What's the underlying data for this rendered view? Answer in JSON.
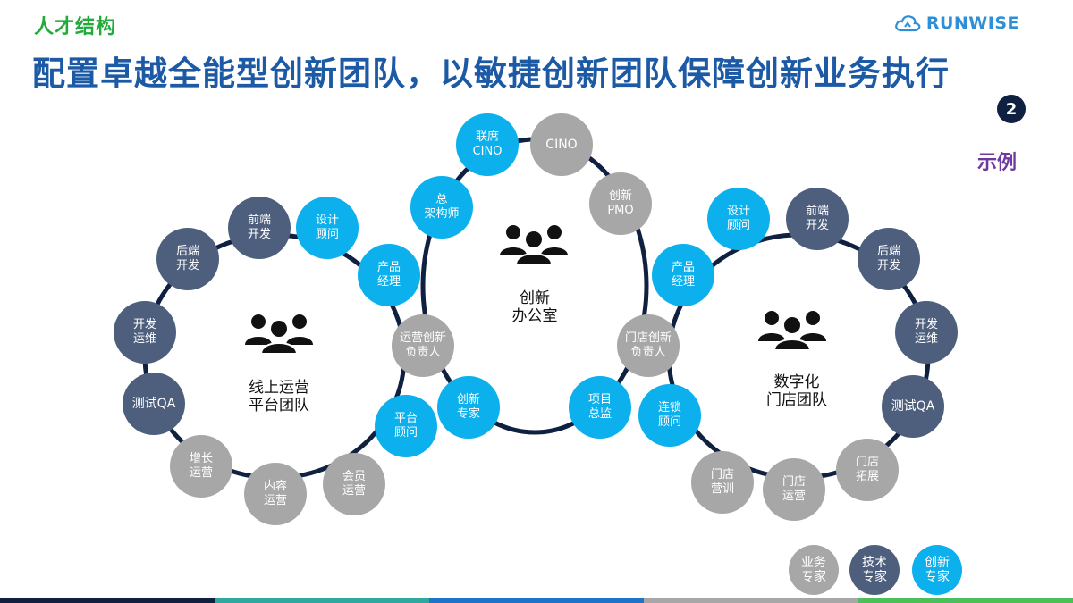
{
  "header": {
    "section": "人才结构",
    "title": "配置卓越全能型创新团队，以敏捷创新团队保障创新业务执行",
    "badge": "2",
    "example": "示例",
    "logo": "RUNWISE"
  },
  "colors": {
    "business": "#a7a7a7",
    "tech": "#4e5f7e",
    "innovation": "#0bb0ec",
    "ring": "#0f2040"
  },
  "teams": {
    "online": {
      "label": "线上运营\n平台团队",
      "icon": "group-icon"
    },
    "office": {
      "label": "创新\n办公室",
      "icon": "group-icon"
    },
    "store": {
      "label": "数字化\n门店团队",
      "icon": "group-icon"
    }
  },
  "nodes": [
    {
      "id": "online-dev-frontend",
      "label": "前端\n开发",
      "kind": "tech"
    },
    {
      "id": "online-design",
      "label": "设计\n顾问",
      "kind": "innovation"
    },
    {
      "id": "online-product",
      "label": "产品\n经理",
      "kind": "innovation"
    },
    {
      "id": "online-backend",
      "label": "后端\n开发",
      "kind": "tech"
    },
    {
      "id": "online-devops",
      "label": "开发\n运维",
      "kind": "tech"
    },
    {
      "id": "online-qa",
      "label": "测试QA",
      "kind": "tech"
    },
    {
      "id": "online-growth",
      "label": "增长\n运营",
      "kind": "business"
    },
    {
      "id": "online-content",
      "label": "内容\n运营",
      "kind": "business"
    },
    {
      "id": "online-member",
      "label": "会员\n运营",
      "kind": "business"
    },
    {
      "id": "online-platform",
      "label": "平台\n顾问",
      "kind": "innovation"
    },
    {
      "id": "online-lead",
      "label": "运营创新\n负责人",
      "kind": "business"
    },
    {
      "id": "office-cino-assoc",
      "label": "联席\nCINO",
      "kind": "innovation"
    },
    {
      "id": "office-cino",
      "label": "CINO",
      "kind": "business"
    },
    {
      "id": "office-pmo",
      "label": "创新\nPMO",
      "kind": "business"
    },
    {
      "id": "office-architect",
      "label": "总\n架构师",
      "kind": "innovation"
    },
    {
      "id": "office-expert",
      "label": "创新\n专家",
      "kind": "innovation"
    },
    {
      "id": "office-director",
      "label": "项目\n总监",
      "kind": "innovation"
    },
    {
      "id": "store-lead",
      "label": "门店创新\n负责人",
      "kind": "business"
    },
    {
      "id": "store-product",
      "label": "产品\n经理",
      "kind": "innovation"
    },
    {
      "id": "store-design",
      "label": "设计\n顾问",
      "kind": "innovation"
    },
    {
      "id": "store-frontend",
      "label": "前端\n开发",
      "kind": "tech"
    },
    {
      "id": "store-backend",
      "label": "后端\n开发",
      "kind": "tech"
    },
    {
      "id": "store-devops",
      "label": "开发\n运维",
      "kind": "tech"
    },
    {
      "id": "store-qa",
      "label": "测试QA",
      "kind": "tech"
    },
    {
      "id": "store-expand",
      "label": "门店\n拓展",
      "kind": "business"
    },
    {
      "id": "store-ops",
      "label": "门店\n运营",
      "kind": "business"
    },
    {
      "id": "store-training",
      "label": "门店\n营训",
      "kind": "business"
    },
    {
      "id": "store-chain",
      "label": "连锁\n顾问",
      "kind": "innovation"
    }
  ],
  "legend": [
    {
      "label": "业务\n专家",
      "kind": "business"
    },
    {
      "label": "技术\n专家",
      "kind": "tech"
    },
    {
      "label": "创新\n专家",
      "kind": "innovation"
    }
  ]
}
